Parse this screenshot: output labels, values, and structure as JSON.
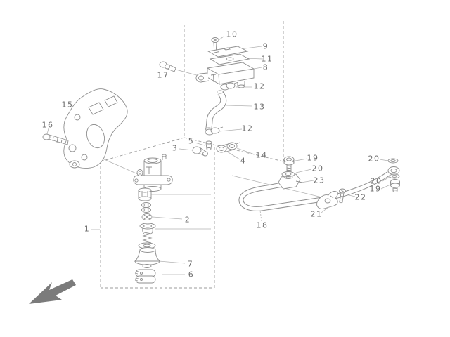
{
  "diagram": {
    "background_color": "#ffffff",
    "line_color": "#8f8f8f",
    "leader_line_color": "#b3b3b3",
    "dashed_zone_color": "#9b9b9b",
    "label_color": "#6d6d6d",
    "arrow_color": "#7b7b7b",
    "orientation_arrow": {
      "present": true,
      "direction": "lower-left"
    },
    "callouts": {
      "n1": "1",
      "n2": "2",
      "n3": "3",
      "n4": "4",
      "n5": "5",
      "n6": "6",
      "n7": "7",
      "n8": "8",
      "n9": "9",
      "n10": "10",
      "n11": "11",
      "n12": "12",
      "n13": "13",
      "n14": "14",
      "n15": "15",
      "n16": "16",
      "n17": "17",
      "n18": "18",
      "n19": "19",
      "n20": "20",
      "n21": "21",
      "n22": "22",
      "n23": "23"
    }
  }
}
